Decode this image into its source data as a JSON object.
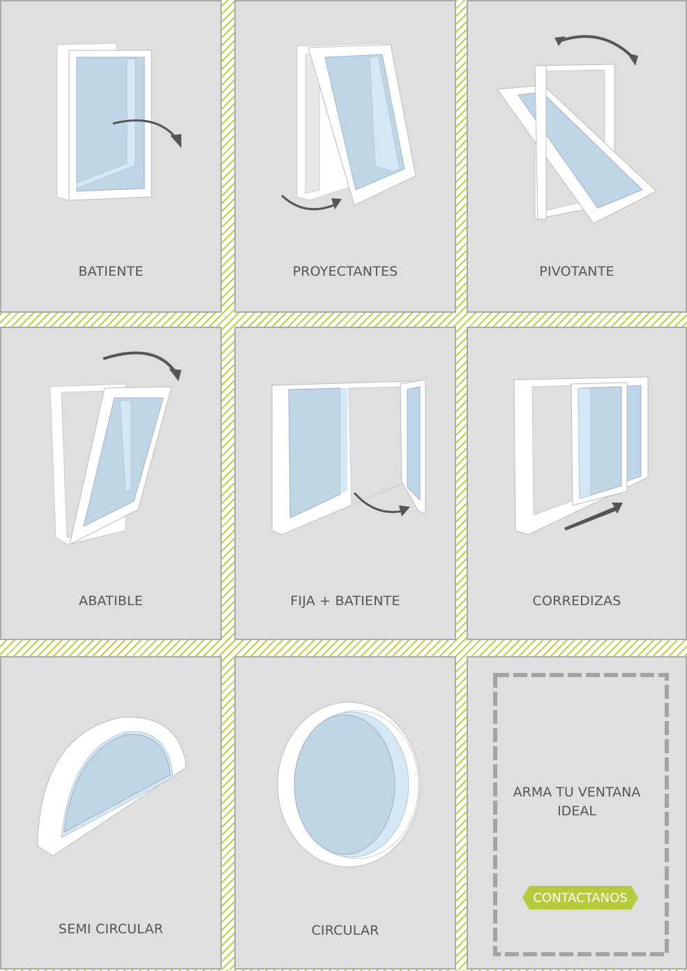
{
  "colors": {
    "cell_bg": "#dfdfdf",
    "cell_border": "#aaaaaa",
    "stripe": "#b7cf3c",
    "label": "#555555",
    "glass": "#bfd6e6",
    "glass_light": "#d3e7f5",
    "arrow": "#555555",
    "button_bg": "#b5cb3d"
  },
  "windows": [
    {
      "label": "BATIENTE",
      "icon": "casement-window-icon"
    },
    {
      "label": "PROYECTANTES",
      "icon": "awning-window-icon"
    },
    {
      "label": "PIVOTANTE",
      "icon": "pivot-window-icon"
    },
    {
      "label": "ABATIBLE",
      "icon": "tilt-window-icon"
    },
    {
      "label": "FIJA + BATIENTE",
      "icon": "fixed-casement-window-icon"
    },
    {
      "label": "CORREDIZAS",
      "icon": "sliding-window-icon"
    },
    {
      "label": "SEMI CIRCULAR",
      "icon": "half-round-window-icon"
    },
    {
      "label": "CIRCULAR",
      "icon": "round-window-icon"
    }
  ],
  "cta": {
    "text_line1": "ARMA TU VENTANA",
    "text_line2": "IDEAL",
    "button_label": "CONTACTANOS"
  }
}
